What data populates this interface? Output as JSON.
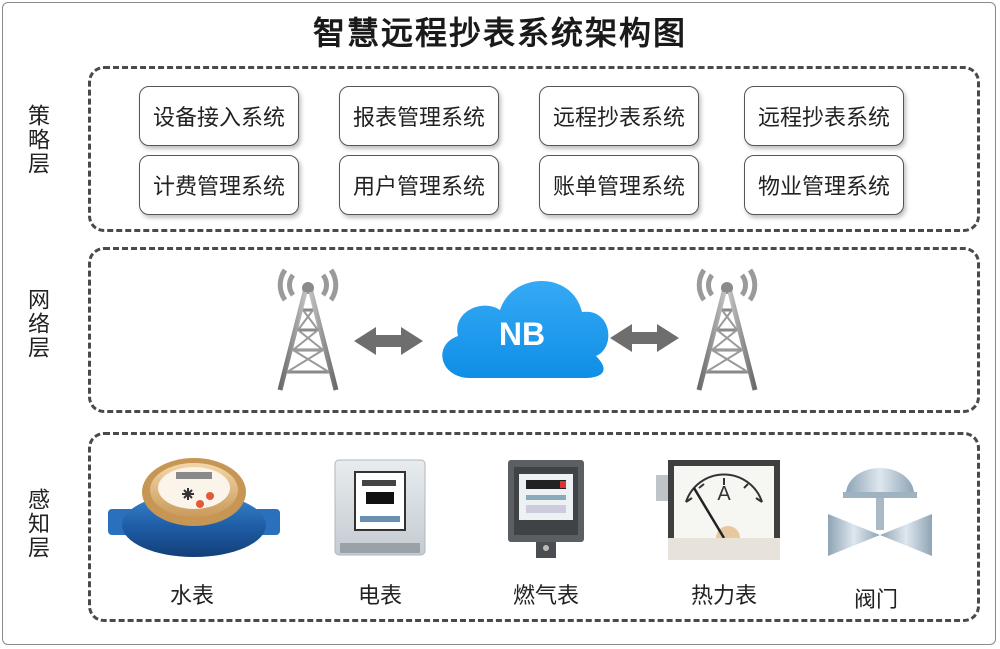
{
  "title": "智慧远程抄表系统架构图",
  "layers": {
    "strategy": {
      "label": "策略层",
      "systems": [
        {
          "label": "设备接入系统"
        },
        {
          "label": "报表管理系统"
        },
        {
          "label": "远程抄表系统"
        },
        {
          "label": "远程抄表系统"
        },
        {
          "label": "计费管理系统"
        },
        {
          "label": "用户管理系统"
        },
        {
          "label": "账单管理系统"
        },
        {
          "label": "物业管理系统"
        }
      ]
    },
    "network": {
      "label": "网络层",
      "cloud_label": "NB"
    },
    "perception": {
      "label": "感知层",
      "devices": [
        {
          "label": "水表",
          "icon": "water-meter-icon"
        },
        {
          "label": "电表",
          "icon": "electric-meter-icon"
        },
        {
          "label": "燃气表",
          "icon": "gas-meter-icon"
        },
        {
          "label": "热力表",
          "icon": "heat-meter-icon"
        },
        {
          "label": "阀门",
          "icon": "valve-icon"
        }
      ],
      "gauge_letter": "A"
    }
  },
  "colors": {
    "cloud": "#1e9cf0",
    "arrow": "#6e6e6e",
    "border": "#4a4a4a"
  }
}
